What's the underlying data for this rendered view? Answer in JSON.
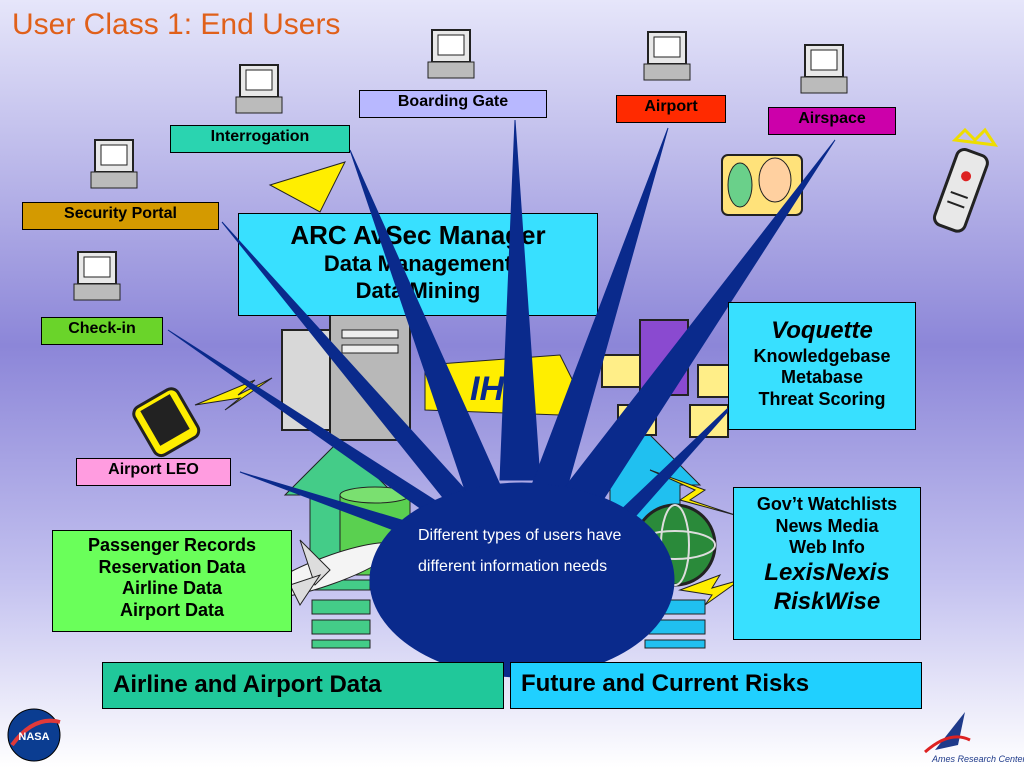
{
  "title": "User Class 1: End Users",
  "labels": {
    "boarding_gate": "Boarding Gate",
    "airport": "Airport",
    "airspace": "Airspace",
    "interrogation": "Interrogation",
    "security_portal": "Security Portal",
    "check_in": "Check-in",
    "airport_leo": "Airport LEO"
  },
  "manager_box": {
    "line1": "ARC AvSec Manager",
    "line2": "Data Management",
    "line3": "Data Mining"
  },
  "center_label": "IHG",
  "voquette_box": {
    "line1": "Voquette",
    "line2": "Knowledgebase",
    "line3": "Metabase",
    "line4": "Threat Scoring"
  },
  "watchlist_box": {
    "line1": "Gov’t Watchlists",
    "line2": "News Media",
    "line3": "Web Info",
    "line4": "LexisNexis",
    "line5": "RiskWise"
  },
  "passenger_box": {
    "line1": "Passenger Records",
    "line2": "Reservation Data",
    "line3": "Airline Data",
    "line4": "Airport Data"
  },
  "oval_text": "Different types of users have different information needs",
  "bottom_left": "Airline and Airport Data",
  "bottom_right": "Future and Current Risks",
  "colors": {
    "title": "#e0601a",
    "burst": "#0a2a8c",
    "boarding_gate": "#b8b8ff",
    "airport": "#ff2a00",
    "airspace": "#cc00aa",
    "interrogation": "#2ad4b0",
    "security_portal": "#d49a00",
    "check_in": "#6ad42a",
    "airport_leo": "#ff9ce0",
    "cyan_box": "#38e0ff",
    "green_box": "#6aff5a",
    "bottom_left": "#20c89a",
    "bottom_right": "#20d0ff"
  },
  "logos": {
    "left": "NASA",
    "right": "Ames Research Center"
  }
}
